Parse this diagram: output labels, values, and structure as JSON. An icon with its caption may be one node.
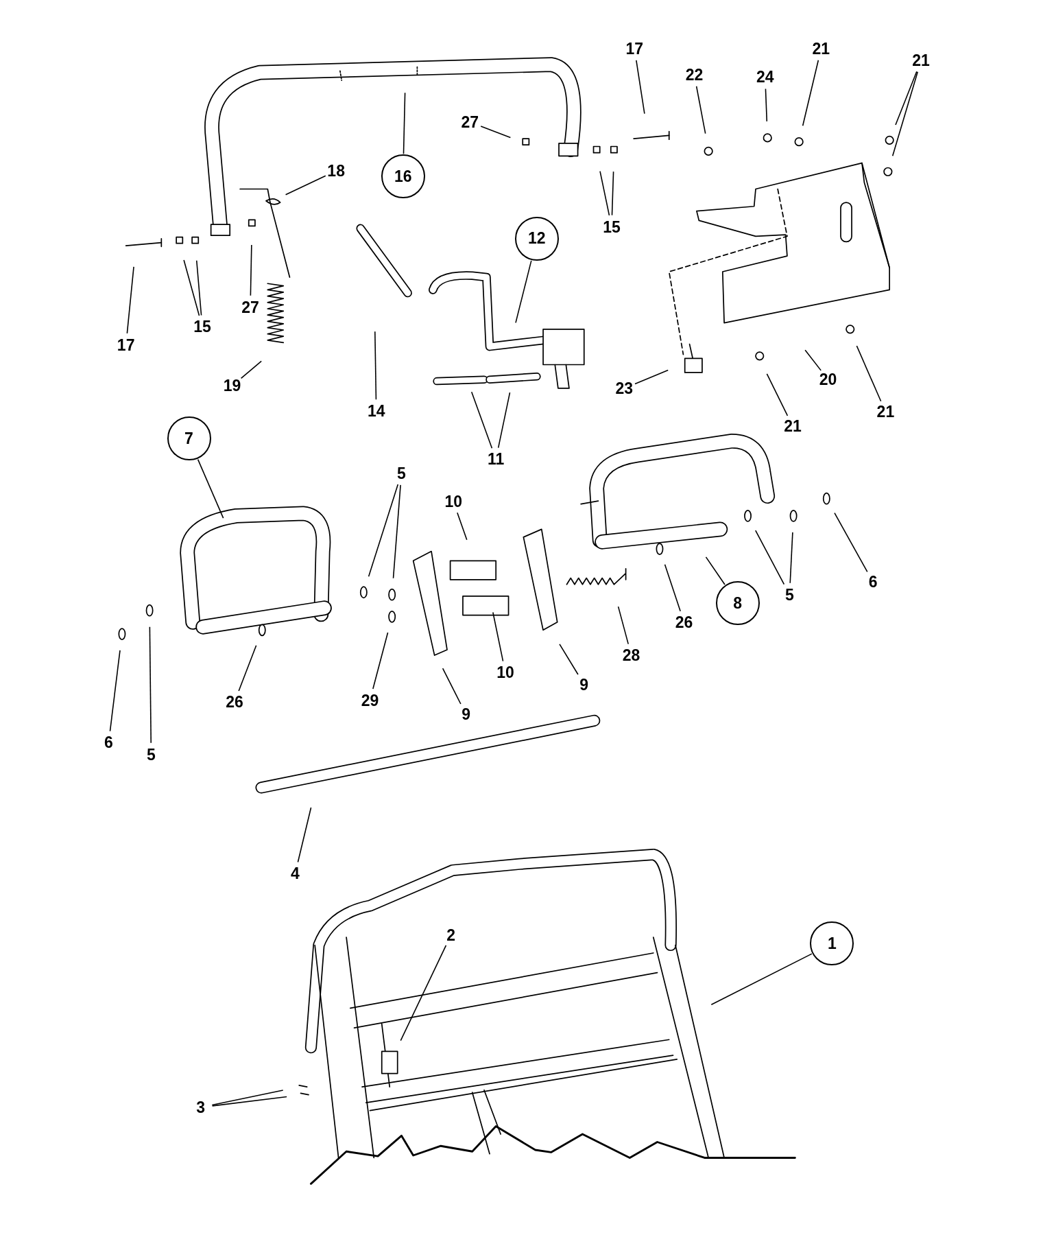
{
  "diagram": {
    "nodes": [
      {
        "text": [
          "17"
        ]
      },
      {
        "text": [
          "21"
        ]
      },
      {
        "text": [
          "21"
        ]
      },
      {
        "text": [
          "22"
        ]
      },
      {
        "text": [
          "24"
        ]
      },
      {
        "text": [
          "27"
        ]
      },
      {
        "text": [
          "18"
        ]
      },
      {
        "text": [
          "16"
        ]
      },
      {
        "text": [
          "15"
        ]
      },
      {
        "text": [
          "12"
        ]
      },
      {
        "text": [
          "27"
        ]
      },
      {
        "text": [
          "15"
        ]
      },
      {
        "text": [
          "17"
        ]
      },
      {
        "text": [
          "20"
        ]
      },
      {
        "text": [
          "19"
        ]
      },
      {
        "text": [
          "23"
        ]
      },
      {
        "text": [
          "21"
        ]
      },
      {
        "text": [
          "14"
        ]
      },
      {
        "text": [
          "21"
        ]
      },
      {
        "text": [
          "7"
        ]
      },
      {
        "text": [
          "11"
        ]
      },
      {
        "text": [
          "5"
        ]
      },
      {
        "text": [
          "10"
        ]
      },
      {
        "text": [
          "6"
        ]
      },
      {
        "text": [
          "5"
        ]
      },
      {
        "text": [
          "8"
        ]
      },
      {
        "text": [
          "26"
        ]
      },
      {
        "text": [
          "28"
        ]
      },
      {
        "text": [
          "10"
        ]
      },
      {
        "text": [
          "9"
        ]
      },
      {
        "text": [
          "26"
        ]
      },
      {
        "text": [
          "29"
        ]
      },
      {
        "text": [
          "9"
        ]
      },
      {
        "text": [
          "6"
        ]
      },
      {
        "text": [
          "5"
        ]
      },
      {
        "text": [
          "4"
        ]
      },
      {
        "text": [
          "2"
        ]
      },
      {
        "text": [
          "1"
        ]
      },
      {
        "text": [
          "3"
        ]
      }
    ],
    "edges": [
      {
        "from": 0,
        "to": null,
        "arrow": "none"
      },
      {
        "from": 1,
        "to": null,
        "arrow": "none"
      },
      {
        "from": 2,
        "to": null,
        "arrow": "none"
      },
      {
        "from": 2,
        "to": null,
        "arrow": "none"
      },
      {
        "from": 3,
        "to": null,
        "arrow": "none"
      },
      {
        "from": 4,
        "to": null,
        "arrow": "none"
      },
      {
        "from": 5,
        "to": null,
        "arrow": "none"
      },
      {
        "from": 6,
        "to": null,
        "arrow": "none"
      },
      {
        "from": 7,
        "to": null,
        "arrow": "none"
      },
      {
        "from": 8,
        "to": null,
        "arrow": "none"
      },
      {
        "from": 8,
        "to": null,
        "arrow": "none"
      },
      {
        "from": 9,
        "to": null,
        "arrow": "none"
      },
      {
        "from": 10,
        "to": null,
        "arrow": "none"
      },
      {
        "from": 11,
        "to": null,
        "arrow": "none"
      },
      {
        "from": 11,
        "to": null,
        "arrow": "none"
      },
      {
        "from": 12,
        "to": null,
        "arrow": "none"
      },
      {
        "from": 13,
        "to": null,
        "arrow": "none"
      },
      {
        "from": 14,
        "to": null,
        "arrow": "none"
      },
      {
        "from": 15,
        "to": null,
        "arrow": "none"
      },
      {
        "from": 16,
        "to": null,
        "arrow": "none"
      },
      {
        "from": 17,
        "to": null,
        "arrow": "none"
      },
      {
        "from": 18,
        "to": null,
        "arrow": "none"
      },
      {
        "from": 19,
        "to": null,
        "arrow": "none"
      },
      {
        "from": 20,
        "to": null,
        "arrow": "none"
      },
      {
        "from": 20,
        "to": null,
        "arrow": "none"
      },
      {
        "from": 21,
        "to": null,
        "arrow": "none"
      },
      {
        "from": 21,
        "to": null,
        "arrow": "none"
      },
      {
        "from": 22,
        "to": null,
        "arrow": "none"
      },
      {
        "from": 23,
        "to": null,
        "arrow": "none"
      },
      {
        "from": 24,
        "to": null,
        "arrow": "none"
      },
      {
        "from": 24,
        "to": null,
        "arrow": "none"
      },
      {
        "from": 25,
        "to": null,
        "arrow": "none"
      },
      {
        "from": 26,
        "to": null,
        "arrow": "none"
      },
      {
        "from": 27,
        "to": null,
        "arrow": "none"
      },
      {
        "from": 28,
        "to": null,
        "arrow": "none"
      },
      {
        "from": 29,
        "to": null,
        "arrow": "none"
      },
      {
        "from": 30,
        "to": null,
        "arrow": "none"
      },
      {
        "from": 31,
        "to": null,
        "arrow": "none"
      },
      {
        "from": 32,
        "to": null,
        "arrow": "none"
      },
      {
        "from": 33,
        "to": null,
        "arrow": "none"
      },
      {
        "from": 34,
        "to": null,
        "arrow": "none"
      },
      {
        "from": 35,
        "to": null,
        "arrow": "none"
      },
      {
        "from": 36,
        "to": null,
        "arrow": "none"
      },
      {
        "from": 37,
        "to": null,
        "arrow": "none"
      },
      {
        "from": 38,
        "to": null,
        "arrow": "none"
      },
      {
        "from": 38,
        "to": null,
        "arrow": "none"
      }
    ]
  }
}
